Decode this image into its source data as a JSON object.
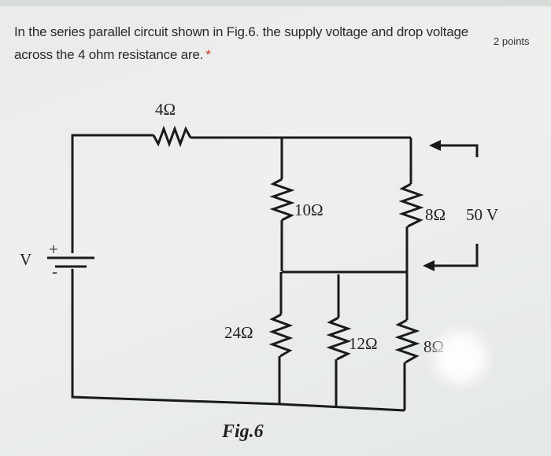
{
  "question": {
    "text": "In the series parallel circuit shown in Fig.6. the supply voltage and drop voltage across the 4 ohm resistance are.",
    "required_marker": "*",
    "points": "2 points"
  },
  "figure": {
    "caption": "Fig.6",
    "supply_label": "V",
    "plus_sign": "+",
    "minus_sign": "-",
    "resistors": {
      "r_series": "4Ω",
      "r_mid_top": "10Ω",
      "r_right_top": "8Ω",
      "r_mid_bottom": "24Ω",
      "r_inner_bottom": "12Ω",
      "r_right_bottom": "8Ω"
    },
    "voltage_annotation": "50 V"
  }
}
